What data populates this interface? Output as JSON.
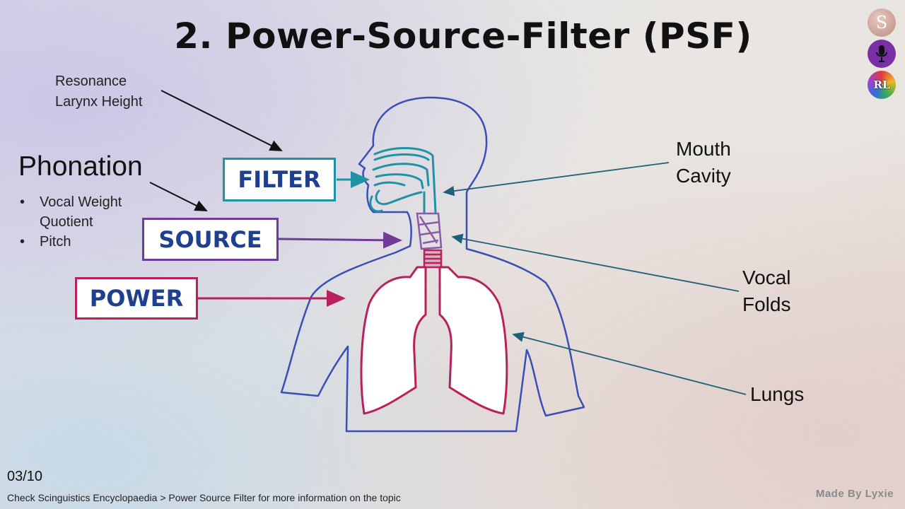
{
  "title": "2. Power-Source-Filter (PSF)",
  "filter_notes": {
    "line1": "Resonance",
    "line2": "Larynx Height"
  },
  "phonation": {
    "heading": "Phonation",
    "bullets": [
      "Vocal Weight",
      "Quotient",
      "Pitch"
    ]
  },
  "boxes": {
    "filter": {
      "label": "FILTER",
      "color": "#1f93a3"
    },
    "source": {
      "label": "SOURCE",
      "color": "#6e3d9a"
    },
    "power": {
      "label": "POWER",
      "color": "#b8215c"
    }
  },
  "labels": {
    "mouth_line1": "Mouth",
    "mouth_line2": "Cavity",
    "vocal_line1": "Vocal",
    "vocal_line2": "Folds",
    "lungs": "Lungs"
  },
  "colors": {
    "body_outline": "#3a4fb5",
    "mouth_tract": "#1f93a3",
    "larynx": "#8a5aa8",
    "trachea_lungs": "#b8215c",
    "pointer_lines": "#1f5f7a"
  },
  "icons": [
    {
      "name": "s-logo",
      "letter": "S",
      "color": "#c9a59c"
    },
    {
      "name": "microphone",
      "color": "#7a2fa6"
    },
    {
      "name": "rl-logo",
      "letter": "RL",
      "color": "#d04a8a"
    }
  ],
  "slide_number": "03/10",
  "footer_note": "Check Scinguistics Encyclopaedia > Power Source Filter for more information on the topic",
  "credit": "Made By Lyxie"
}
